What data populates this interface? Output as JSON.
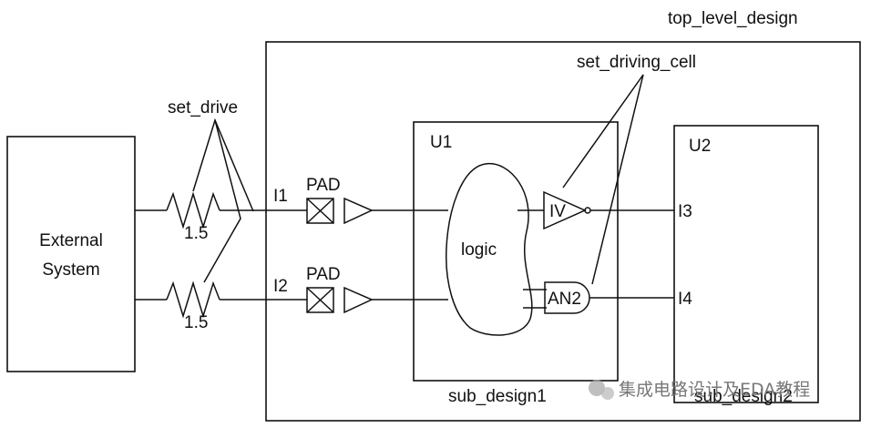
{
  "top_level_label": "top_level_design",
  "external": {
    "line1": "External",
    "line2": "System"
  },
  "set_drive_label": "set_drive",
  "set_driving_cell_label": "set_driving_cell",
  "resistor_values": [
    "1.5",
    "1.5"
  ],
  "inputs": [
    "I1",
    "I2"
  ],
  "pad_labels": [
    "PAD",
    "PAD"
  ],
  "sub_design1": {
    "instance": "U1",
    "name": "sub_design1",
    "logic": "logic",
    "inverter": "IV",
    "and_gate": "AN2"
  },
  "sub_design2": {
    "instance": "U2",
    "name": "sub_design2",
    "inputs": [
      "I3",
      "I4"
    ]
  },
  "watermark": "集成电路设计及EDA教程"
}
